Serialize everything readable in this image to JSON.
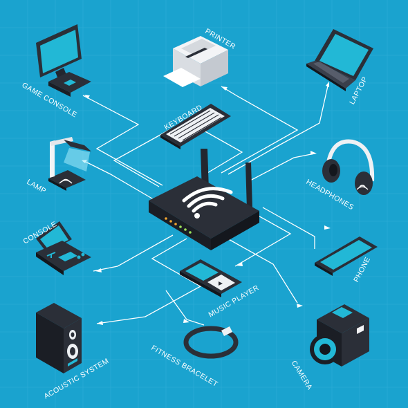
{
  "colors": {
    "background": "#1aa3cf",
    "device_dark": "#2b2f38",
    "screen": "#22b8d6",
    "lines": "#ffffff"
  },
  "center": {
    "name": "wifi-router",
    "icon": "wifi-icon"
  },
  "devices": [
    {
      "id": "game-console",
      "label": "GAME CONSOLE",
      "icon": "monitor-icon"
    },
    {
      "id": "printer",
      "label": "PRINTER",
      "icon": "printer-icon"
    },
    {
      "id": "laptop",
      "label": "LAPTOP",
      "icon": "laptop-icon"
    },
    {
      "id": "keyboard",
      "label": "KEYBOARD",
      "icon": "keyboard-icon"
    },
    {
      "id": "lamp",
      "label": "LAMP",
      "icon": "lamp-icon"
    },
    {
      "id": "headphones",
      "label": "HEADPHONES",
      "icon": "headphones-icon"
    },
    {
      "id": "console",
      "label": "CONSOLE",
      "icon": "handheld-console-icon"
    },
    {
      "id": "phone",
      "label": "PHONE",
      "icon": "phone-icon"
    },
    {
      "id": "music-player",
      "label": "MUSIC PLAYER",
      "icon": "music-player-icon"
    },
    {
      "id": "acoustic-system",
      "label": "ACOUSTIC SYSTEM",
      "icon": "speaker-icon"
    },
    {
      "id": "fitness-bracelet",
      "label": "FITNESS BRACELET",
      "icon": "bracelet-icon"
    },
    {
      "id": "camera",
      "label": "CAMERA",
      "icon": "camera-icon"
    }
  ]
}
